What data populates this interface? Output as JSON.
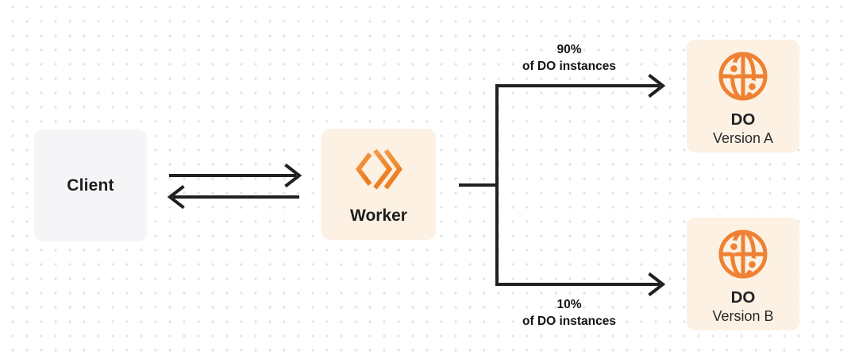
{
  "diagram": {
    "client": {
      "label": "Client"
    },
    "worker": {
      "label": "Worker"
    },
    "split": {
      "top": {
        "percent": "90%",
        "caption": "of DO instances"
      },
      "bottom": {
        "percent": "10%",
        "caption": "of DO instances"
      }
    },
    "do_nodes": [
      {
        "title": "DO",
        "subtitle": "Version A"
      },
      {
        "title": "DO",
        "subtitle": "Version B"
      }
    ],
    "icons": {
      "worker_icon": "workers-chevrons-icon",
      "do_icon": "globe-icon"
    },
    "colors": {
      "orange": "#EE8133",
      "node_cream": "#FCF1E2",
      "node_gray": "#F5F5F7",
      "ink": "#1F2023",
      "grid_dot": "#E4E4E7",
      "background": "#FFFFFF"
    }
  }
}
